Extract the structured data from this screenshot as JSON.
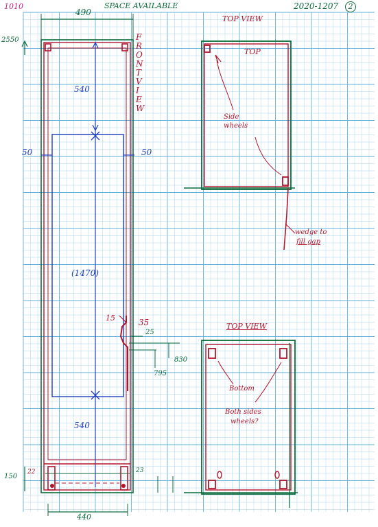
{
  "header": {
    "left_code": "1010",
    "space_title": "SPACE AVAILABLE",
    "date": "2020-1207",
    "sheet_no": "2"
  },
  "front_view": {
    "label": "FRONT VIEW",
    "height_total": "2550",
    "width_top": "490",
    "top_section": "540",
    "bottom_section": "540",
    "middle_section": "(1470)",
    "side_margin_left": "50",
    "side_margin_right": "50",
    "gap_15": "15",
    "gap_35": "35",
    "offset_25": "25",
    "dim_830": "830",
    "dim_795": "795",
    "base_height": "150",
    "base_left": "22",
    "base_right": "23",
    "base_width": "440"
  },
  "top_view_1": {
    "title": "TOP VIEW",
    "top_label": "TOP",
    "note": "Side wheels",
    "wedge_note_1": "wedge to",
    "wedge_note_2": "fill gap"
  },
  "top_view_2": {
    "title": "TOP VIEW",
    "note_bottom": "Bottom",
    "note_both": "Both sides",
    "note_wheels": "wheels?"
  },
  "colors": {
    "grid_minor": "#a9d6ec",
    "grid_major": "#5fb0da",
    "ink_green": "#0a6b3a",
    "ink_blue": "#1f3fbf",
    "ink_red": "#b3142a",
    "ink_magenta": "#c21e8a"
  }
}
